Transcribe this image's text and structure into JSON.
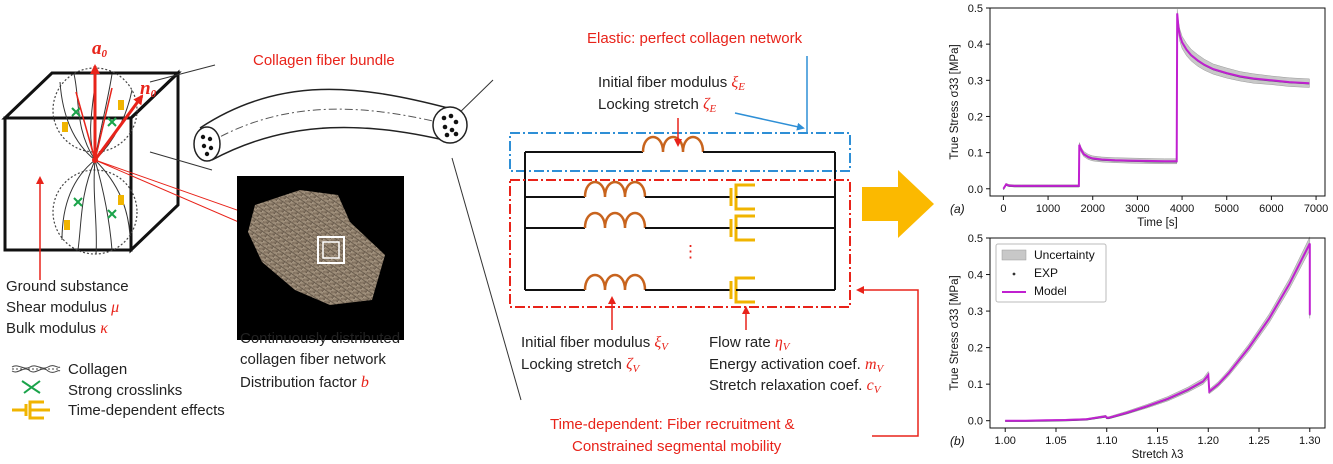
{
  "left_panel": {
    "a0_label": "a",
    "a0_sub": "0",
    "n0_label": "n",
    "n0_sub": "0",
    "ground_substance": "Ground substance",
    "shear_modulus": "Shear modulus",
    "shear_symbol": "μ",
    "bulk_modulus": "Bulk modulus",
    "bulk_symbol": "κ",
    "legend": [
      {
        "label": "Collagen",
        "icon": "collagen-icon"
      },
      {
        "label": "Strong crosslinks",
        "icon": "crosslink-icon"
      },
      {
        "label": "Time-dependent effects",
        "icon": "dashpot-icon"
      }
    ],
    "bundle_title": "Collagen fiber bundle",
    "network_line1": "Continuously distributed",
    "network_line2": "collagen fiber network",
    "distribution_factor": "Distribution factor",
    "distribution_symbol": "b"
  },
  "circuit": {
    "elastic_title": "Elastic: perfect collagen network",
    "elastic_modulus": "Initial fiber modulus",
    "elastic_modulus_sym": "ξ",
    "elastic_modulus_sub": "E",
    "elastic_lock": "Locking stretch",
    "elastic_lock_sym": "ζ",
    "elastic_lock_sub": "E",
    "ellipsis": "⋮",
    "v_modulus": "Initial fiber modulus",
    "v_modulus_sym": "ξ",
    "v_modulus_sub": "V",
    "v_lock": "Locking stretch",
    "v_lock_sym": "ζ",
    "v_lock_sub": "V",
    "flow_rate": "Flow rate",
    "flow_sym": "η",
    "flow_sub": "V",
    "energy_coef": "Energy activation coef.",
    "energy_sym": "m",
    "energy_sub": "V",
    "stretch_coef": "Stretch relaxation coef.",
    "stretch_sym": "c",
    "stretch_sub": "V",
    "time_title_1": "Time-dependent: Fiber recruitment &",
    "time_title_2": "Constrained segmental mobility"
  },
  "colors": {
    "red": "#e8231a",
    "blue": "#2e8fd6",
    "spring": "#c8641e",
    "dashpot": "#f0b400",
    "arrow": "#fbb900",
    "model": "#c020d0",
    "band": "#c8c8c8"
  },
  "chart_data": [
    {
      "id": "a",
      "panel_label": "(a)",
      "type": "line",
      "xlabel": "Time [s]",
      "ylabel": "True Stress σ33 [MPa]",
      "xlim": [
        -300,
        7200
      ],
      "ylim": [
        -0.02,
        0.5
      ],
      "xticks": [
        0,
        1000,
        2000,
        3000,
        4000,
        5000,
        6000,
        7000
      ],
      "yticks": [
        0.0,
        0.1,
        0.2,
        0.3,
        0.4,
        0.5
      ],
      "series": [
        {
          "name": "Model",
          "x": [
            0,
            60,
            120,
            250,
            400,
            700,
            1000,
            1300,
            1600,
            1690,
            1700,
            1740,
            1800,
            1900,
            2000,
            2200,
            2500,
            2800,
            3200,
            3600,
            3880,
            3890,
            3920,
            3950,
            4000,
            4100,
            4200,
            4350,
            4500,
            4700,
            5000,
            5300,
            5600,
            6000,
            6400,
            6850
          ],
          "y": [
            0.0,
            0.012,
            0.009,
            0.008,
            0.008,
            0.008,
            0.008,
            0.008,
            0.008,
            0.008,
            0.122,
            0.108,
            0.096,
            0.088,
            0.084,
            0.081,
            0.079,
            0.078,
            0.077,
            0.076,
            0.076,
            0.485,
            0.445,
            0.425,
            0.405,
            0.385,
            0.37,
            0.355,
            0.343,
            0.331,
            0.32,
            0.311,
            0.305,
            0.3,
            0.295,
            0.292
          ]
        }
      ],
      "band_halfwidth": [
        0.002,
        0.003,
        0.003,
        0.003,
        0.003,
        0.003,
        0.003,
        0.003,
        0.003,
        0.003,
        0.006,
        0.007,
        0.007,
        0.007,
        0.007,
        0.007,
        0.007,
        0.007,
        0.007,
        0.007,
        0.007,
        0.012,
        0.016,
        0.017,
        0.017,
        0.017,
        0.016,
        0.016,
        0.015,
        0.014,
        0.014,
        0.013,
        0.013,
        0.012,
        0.012,
        0.012
      ]
    },
    {
      "id": "b",
      "panel_label": "(b)",
      "type": "line",
      "xlabel": "Stretch λ3",
      "ylabel": "True Stress σ33 [MPa]",
      "xlim": [
        0.985,
        1.315
      ],
      "ylim": [
        -0.02,
        0.5
      ],
      "xticks": [
        1.0,
        1.05,
        1.1,
        1.15,
        1.2,
        1.25,
        1.3
      ],
      "yticks": [
        0.0,
        0.1,
        0.2,
        0.3,
        0.4,
        0.5
      ],
      "legend": [
        "Uncertainty",
        "EXP",
        "Model"
      ],
      "series": [
        {
          "name": "Model",
          "x": [
            1.0,
            1.02,
            1.04,
            1.06,
            1.08,
            1.099,
            1.1,
            1.102,
            1.12,
            1.14,
            1.16,
            1.18,
            1.195,
            1.2,
            1.201,
            1.21,
            1.22,
            1.24,
            1.26,
            1.28,
            1.3,
            1.3
          ],
          "y": [
            0.0,
            0.0,
            0.001,
            0.002,
            0.004,
            0.012,
            0.008,
            0.008,
            0.022,
            0.04,
            0.06,
            0.085,
            0.108,
            0.125,
            0.08,
            0.1,
            0.13,
            0.2,
            0.28,
            0.375,
            0.485,
            0.29
          ]
        }
      ],
      "band_halfwidth": [
        0.001,
        0.001,
        0.001,
        0.002,
        0.002,
        0.003,
        0.003,
        0.003,
        0.004,
        0.005,
        0.006,
        0.007,
        0.008,
        0.01,
        0.006,
        0.007,
        0.008,
        0.01,
        0.012,
        0.014,
        0.018,
        0.01
      ]
    }
  ]
}
